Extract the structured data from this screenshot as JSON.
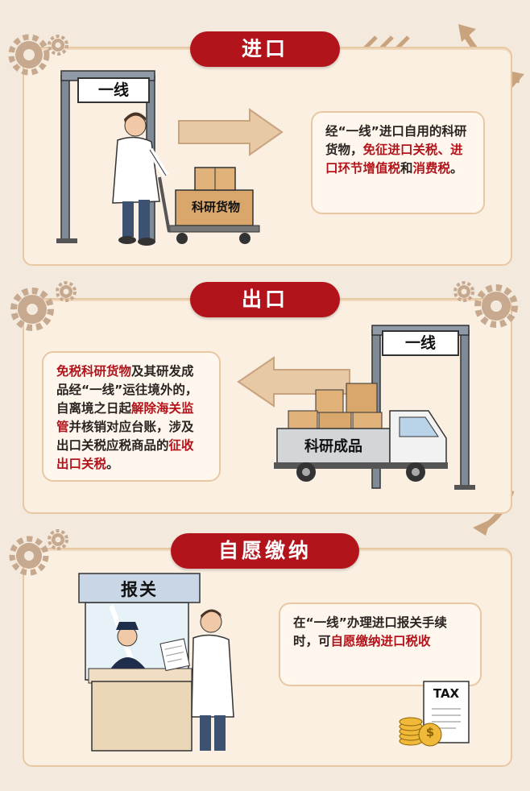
{
  "section1": {
    "title": "进口",
    "gate_label": "一线",
    "box_label": "科研货物",
    "text": [
      {
        "t": "经“一线”进口自用的科研货物，",
        "red": false
      },
      {
        "t": "免征进口关税、进口环节增值税",
        "red": true
      },
      {
        "t": "和",
        "red": false
      },
      {
        "t": "消费税",
        "red": true
      },
      {
        "t": "。",
        "red": false
      }
    ]
  },
  "section2": {
    "title": "出口",
    "gate_label": "一线",
    "truck_label": "科研成品",
    "text": [
      {
        "t": "免税科研货物",
        "red": true
      },
      {
        "t": "及其研发成品经“一线”运往境外的，自离境之日起",
        "red": false
      },
      {
        "t": "解除海关监管",
        "red": true
      },
      {
        "t": "并核销对应台账，涉及出口关税应税商品的",
        "red": false
      },
      {
        "t": "征收出口关税",
        "red": true
      },
      {
        "t": "。",
        "red": false
      }
    ]
  },
  "section3": {
    "title": "自愿缴纳",
    "booth_label": "报关",
    "tax_label": "TAX",
    "coin_symbol": "$",
    "text": [
      {
        "t": "在“一线”办理进口报关手续时，可",
        "red": false
      },
      {
        "t": "自愿缴纳进口税收",
        "red": true
      }
    ]
  },
  "colors": {
    "accent": "#b3141b",
    "panel": "#fbefe2",
    "border": "#e7c8a3",
    "arrow": "#c9a27e"
  }
}
